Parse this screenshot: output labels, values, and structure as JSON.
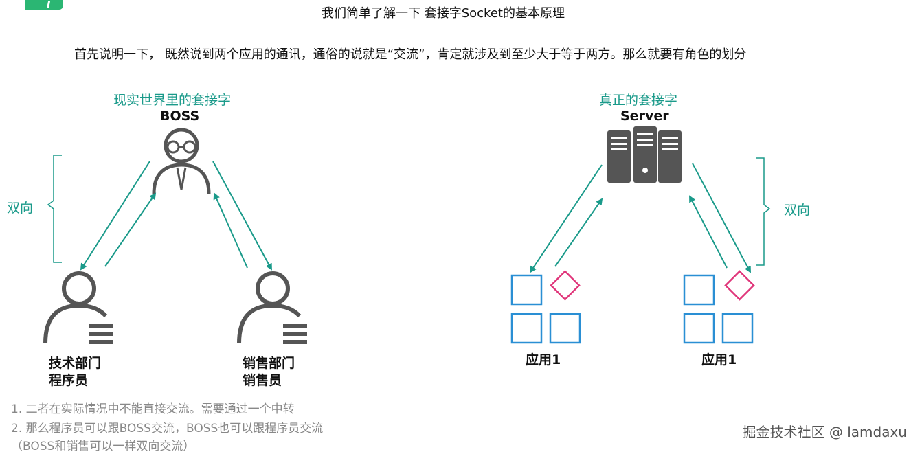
{
  "title": "我们简单了解一下 套接字Socket的基本原理",
  "intro": "首先说明一下， 既然说到两个应用的通讯，通俗的说就是“交流”，肯定就涉及到至少大于等于两方。那么就要有角色的划分",
  "left_diagram": {
    "caption": "现实世界里的套接字",
    "center_label": "BOSS",
    "bidirectional_label": "双向",
    "left_person": {
      "line1": "技术部门",
      "line2": "程序员"
    },
    "right_person": {
      "line1": "销售部门",
      "line2": "销售员"
    }
  },
  "right_diagram": {
    "caption": "真正的套接字",
    "center_label": "Server",
    "bidirectional_label": "双向",
    "left_app": "应用1",
    "right_app": "应用1"
  },
  "notes": [
    "1. 二者在实际情况中不能直接交流。需要通过一个中转",
    "2. 那么程序员可以跟BOSS交流，BOSS也可以跟程序员交流",
    "（BOSS和销售可以一样双向交流）"
  ],
  "footer": "掘金技术社区 @ lamdaxu",
  "colors": {
    "accent": "#1a9a8a",
    "app_square": "#2a8fd4",
    "app_diamond": "#e0357a",
    "icon": "#555555"
  }
}
